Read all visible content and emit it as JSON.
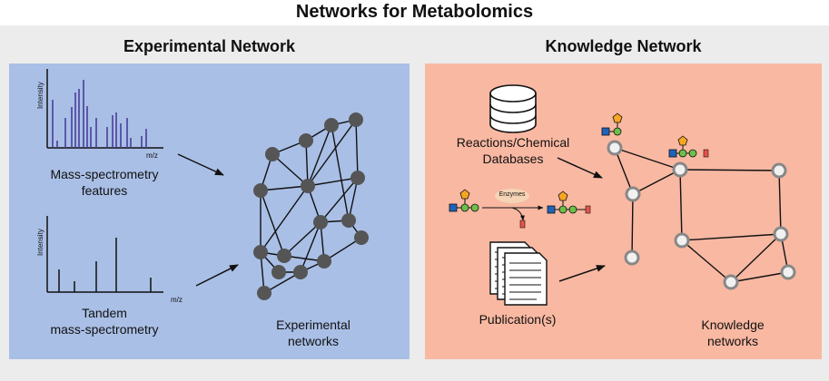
{
  "title": "Networks for Metabolomics",
  "experimental": {
    "heading": "Experimental Network",
    "ms_features": {
      "axis_x": "m/z",
      "axis_y": "Intensity",
      "label_line1": "Mass-spectrometry",
      "label_line2": "features"
    },
    "tandem_ms": {
      "axis_x": "m/z",
      "axis_y": "Intensity",
      "label_line1": "Tandem",
      "label_line2": "mass-spectrometry"
    },
    "network_label_line1": "Experimental",
    "network_label_line2": "networks"
  },
  "knowledge": {
    "heading": "Knowledge Network",
    "databases_line1": "Reactions/Chemical",
    "databases_line2": "Databases",
    "enzymes": "Enzymes",
    "publications": "Publication(s)",
    "network_label_line1": "Knowledge",
    "network_label_line2": "networks"
  },
  "colors": {
    "experimental_bg": "#a9bfe6",
    "knowledge_bg": "#f9b8a2",
    "frame_bg": "#ececec",
    "spectrum_peak": "#4a3f9a",
    "node_dark": "#555555",
    "node_ring": "#888888",
    "glycan_blue": "#1f63b8",
    "glycan_green": "#6cc04a",
    "glycan_orange": "#f5a623",
    "glycan_red": "#e8524c"
  }
}
